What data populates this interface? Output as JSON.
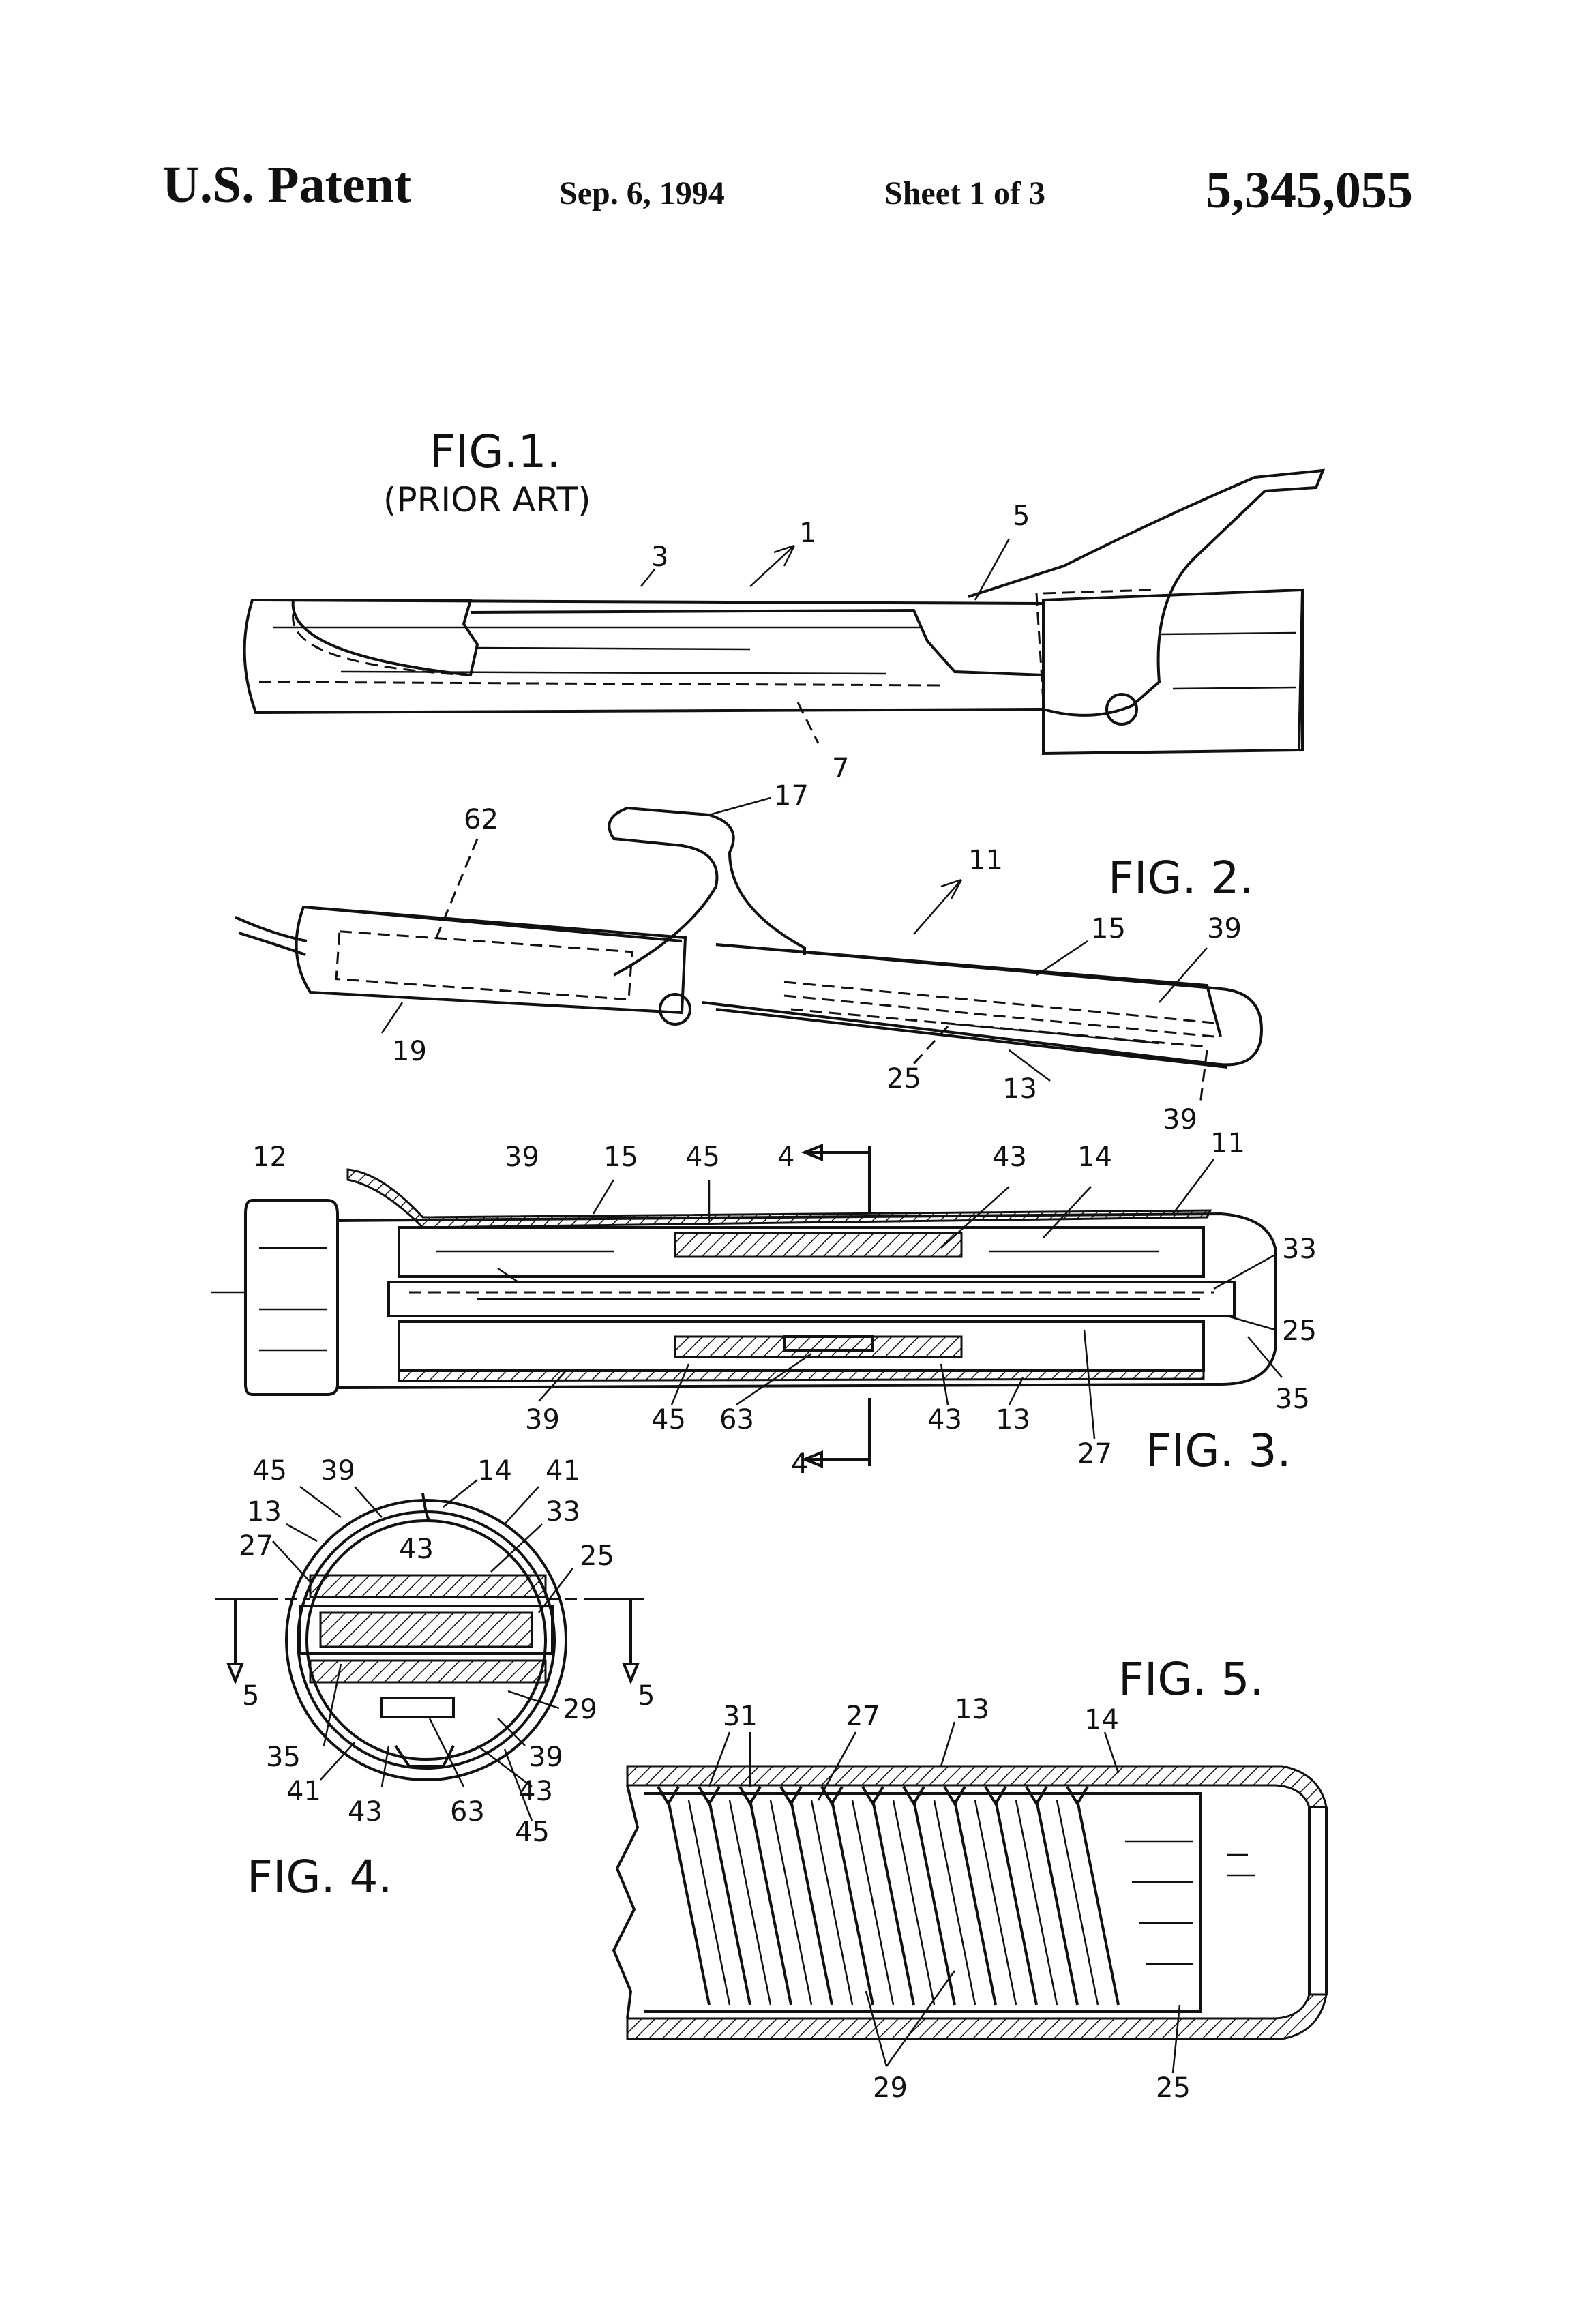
{
  "header": {
    "patent_label": "U.S. Patent",
    "date": "Sep. 6, 1994",
    "sheet": "Sheet 1 of 3",
    "patent_number": "5,345,055"
  },
  "figures": {
    "fig1": {
      "title": "FIG.1.",
      "subtitle": "(PRIOR ART)",
      "refs": [
        "1",
        "3",
        "5",
        "7"
      ]
    },
    "fig2": {
      "title": "FIG. 2.",
      "refs": [
        "62",
        "17",
        "11",
        "15",
        "39",
        "19",
        "25",
        "13",
        "39"
      ]
    },
    "fig3": {
      "title": "FIG. 3.",
      "refs": [
        "12",
        "39",
        "15",
        "45",
        "4",
        "43",
        "14",
        "11",
        "33",
        "25",
        "35",
        "39",
        "45",
        "63",
        "43",
        "13",
        "27",
        "4"
      ]
    },
    "fig4": {
      "title": "FIG. 4.",
      "refs": [
        "45",
        "39",
        "14",
        "41",
        "13",
        "43",
        "33",
        "27",
        "25",
        "5",
        "5",
        "29",
        "35",
        "39",
        "41",
        "43",
        "63",
        "43",
        "45"
      ]
    },
    "fig5": {
      "title": "FIG. 5.",
      "refs": [
        "31",
        "27",
        "13",
        "14",
        "29",
        "25"
      ]
    }
  }
}
